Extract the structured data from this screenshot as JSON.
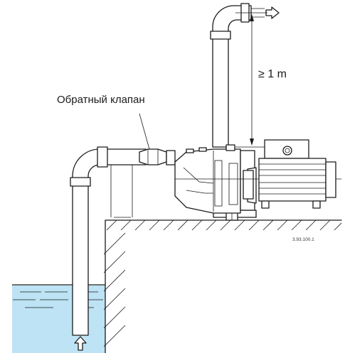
{
  "labels": {
    "check_valve": "Обратный клапан",
    "min_height": "≥ 1 m",
    "drawing_code": "3.93.100.1"
  },
  "colors": {
    "water": "#bde3f4",
    "line": "#1a1a1a",
    "background": "#ffffff"
  },
  "icons": {
    "outlet_arrow": "arrow-right-outline-icon",
    "inlet_arrow": "arrow-up-outline-icon"
  }
}
